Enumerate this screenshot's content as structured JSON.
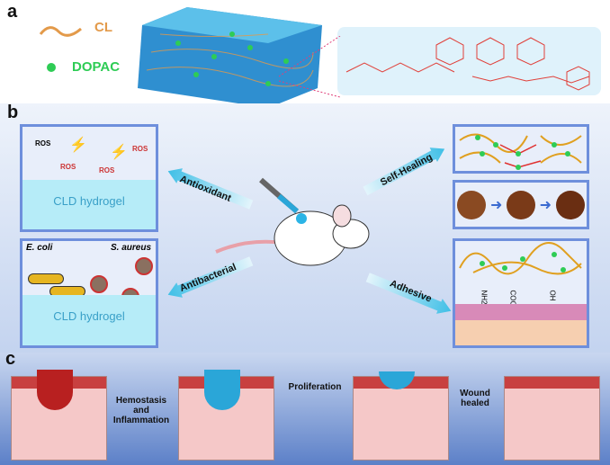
{
  "panel_a": {
    "label": "a",
    "legend": [
      {
        "name": "CL",
        "color": "#e39a4a"
      },
      {
        "name": "DOPAC",
        "color": "#2ecc55"
      }
    ]
  },
  "panel_b": {
    "label": "b",
    "antioxidant": {
      "arrow": "Antioxidant",
      "ros": [
        "ROS",
        "ROS",
        "ROS",
        "ROS"
      ],
      "gel": "CLD hydrogel"
    },
    "antibacterial": {
      "arrow": "Antibacterial",
      "bacteria": [
        "E. coli",
        "S. aureus"
      ],
      "gel": "CLD hydrogel"
    },
    "self_healing": {
      "arrow": "Self-Healing"
    },
    "adhesive": {
      "arrow": "Adhesive",
      "groups": [
        "NH2",
        "COOH",
        "OH"
      ]
    }
  },
  "panel_c": {
    "label": "c",
    "stages": [
      "Hemostasis and Inflammation",
      "Proliferation",
      "Wound healed"
    ]
  },
  "colors": {
    "accent": "#3fbfe6",
    "frame": "#6e8fdc",
    "wound": "#c0302a",
    "gel": "#2aa6d8"
  }
}
